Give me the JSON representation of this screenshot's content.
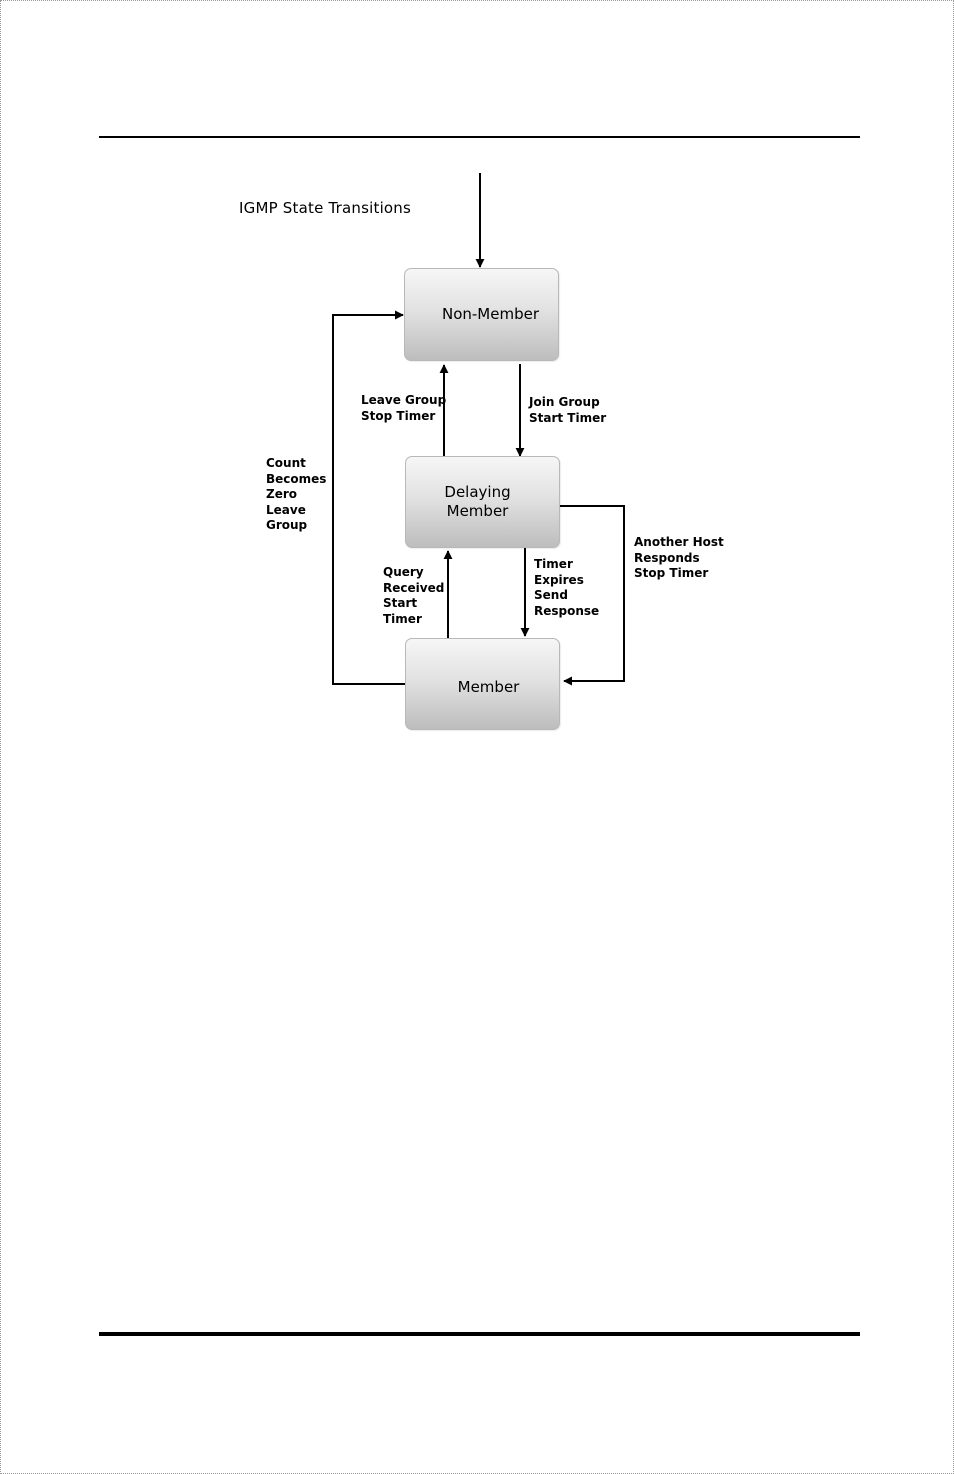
{
  "diagram": {
    "title": "IGMP State Transitions",
    "states": {
      "non_member": "Non-Member",
      "delaying_member": "Delaying\nMember",
      "member": "Member"
    },
    "transitions": {
      "join_group": "Join Group\nStart Timer",
      "leave_group": "Leave Group\nStop Timer",
      "count_zero": "Count\nBecomes\nZero\nLeave\nGroup",
      "another_host": "Another Host\nResponds\nStop Timer",
      "timer_expires": "Timer\nExpires\nSend\nResponse",
      "query_received": "Query\nReceived\nStart\nTimer"
    }
  },
  "colors": {
    "line": "#000000",
    "state_border": "#b8b8b8",
    "state_fill_top": "#f6f6f6",
    "state_fill_bottom": "#bdbdbd"
  }
}
